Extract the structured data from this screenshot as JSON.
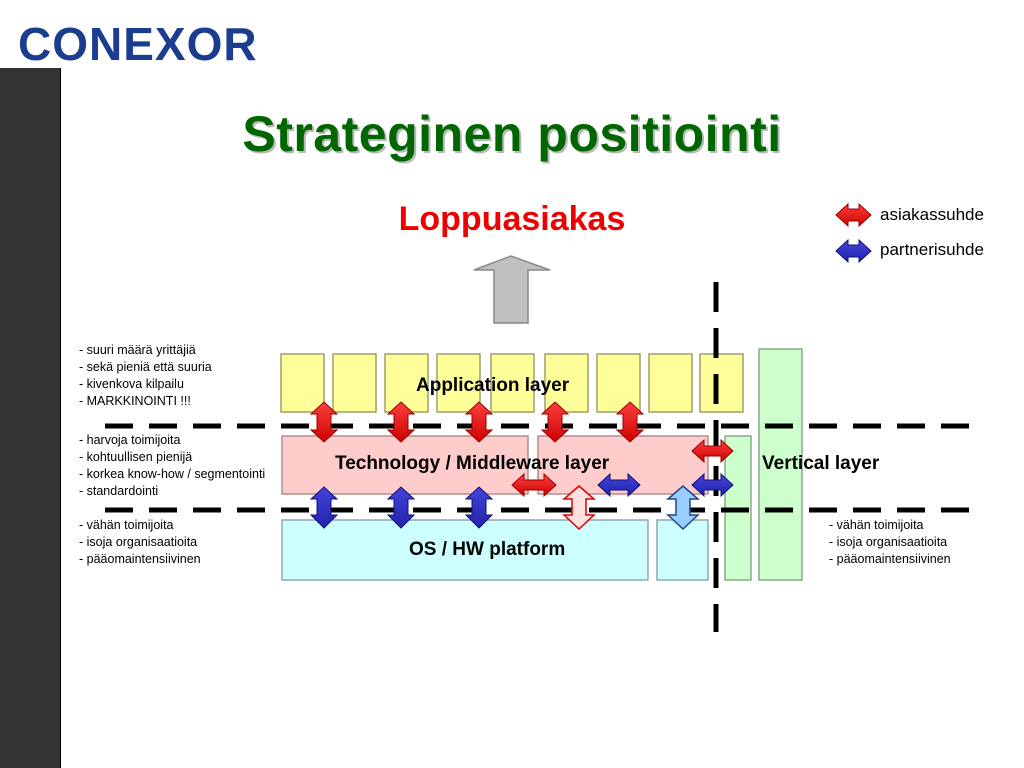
{
  "logo": {
    "text": "CONEXOR",
    "color": "#1b3d8f"
  },
  "title": "Strateginen positiointi",
  "subtitle": "Loppuasiakas",
  "legend": {
    "customer_label": "asiakassuhde",
    "partner_label": "partnerisuhde",
    "customer_color": "#ee0000",
    "partner_color": "#3333cc"
  },
  "layers": {
    "application": "Application layer",
    "technology": "Technology / Middleware layer",
    "os": "OS / HW platform",
    "vertical": "Vertical layer"
  },
  "notes": {
    "application": [
      "- suuri määrä yrittäjiä",
      "- sekä pieniä että suuria",
      "- kivenkova kilpailu",
      "- MARKKINOINTI !!!"
    ],
    "technology": [
      "- harvoja toimijoita",
      "- kohtuullisen pienijä",
      "- korkea know-how / segmentointi",
      "- standardointi"
    ],
    "os": [
      "- vähän toimijoita",
      "- isoja organisaatioita",
      "- pääomaintensiivinen"
    ],
    "vertical": [
      "- vähän toimijoita",
      "- isoja organisaatioita",
      "- pääomaintensiivinen"
    ]
  },
  "colors": {
    "application": "#ffff99",
    "technology": "#ffcccc",
    "os": "#ccffff",
    "vertical": "#ccffcc",
    "title": "#006600",
    "subtitle": "#ee0000"
  }
}
